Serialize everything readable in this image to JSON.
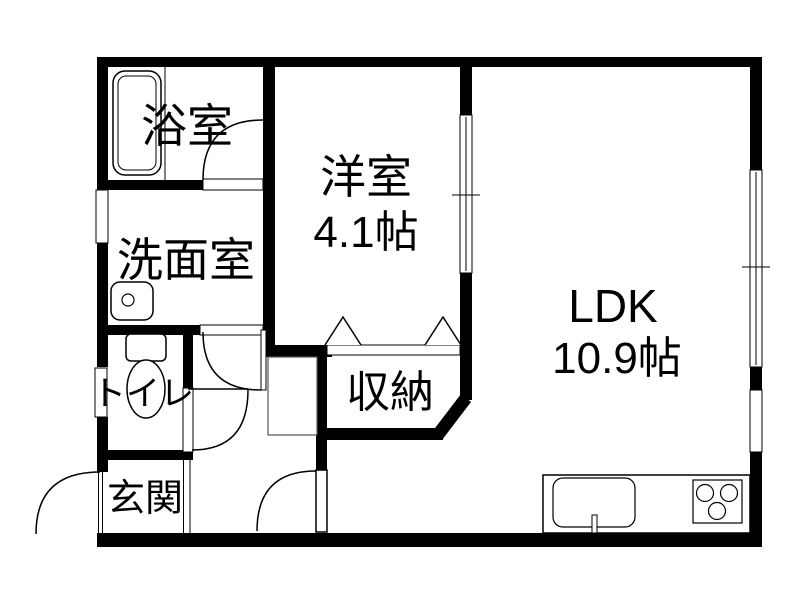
{
  "plan": {
    "type": "floor-plan",
    "rooms": [
      {
        "id": "bathroom",
        "label": "浴室"
      },
      {
        "id": "washroom",
        "label": "洗面室"
      },
      {
        "id": "toilet",
        "label": "トイレ"
      },
      {
        "id": "entrance",
        "label": "玄関"
      },
      {
        "id": "western-room",
        "label": "洋室",
        "size": "4.1帖"
      },
      {
        "id": "storage",
        "label": "収納"
      },
      {
        "id": "ldk",
        "label": "LDK",
        "size": "10.9帖"
      }
    ],
    "colors": {
      "wall": "#000000",
      "background": "#ffffff",
      "line": "#000000"
    }
  }
}
